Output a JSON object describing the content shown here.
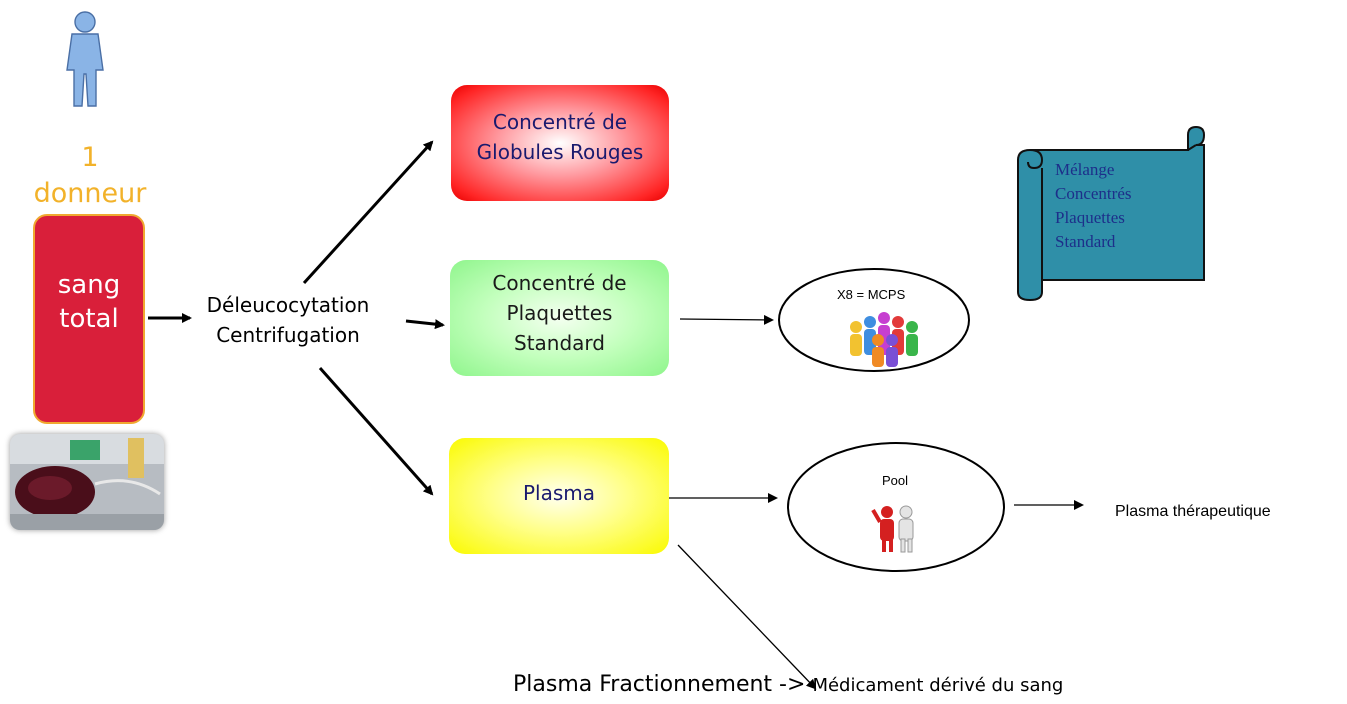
{
  "donor": {
    "count": "1",
    "label": "donneur",
    "product": "sang total"
  },
  "process": {
    "step1": "Déleucocytation",
    "step2": "Centrifugation"
  },
  "products": {
    "red_cells": "Concentré de Globules Rouges",
    "platelets_line1": "Concentré de",
    "platelets_line2": "Plaquettes",
    "platelets_line3": "Standard",
    "plasma": "Plasma"
  },
  "pooling": {
    "platelet_pool": "X8 = MCPS",
    "plasma_pool": "Pool"
  },
  "scroll": {
    "line1": "Mélange",
    "line2": "Concentrés",
    "line3": "Plaquettes",
    "line4": "Standard"
  },
  "outputs": {
    "therapeutic": "Plasma thérapeutique",
    "fractionation": "Plasma Fractionnement ->",
    "derived": "Médicament dérivé du sang"
  },
  "colors": {
    "donor_text": "#f2b22a",
    "blood_box": "#d91f3a",
    "person_icon": "#8ab4e6",
    "scroll": "#2f8fa8"
  }
}
